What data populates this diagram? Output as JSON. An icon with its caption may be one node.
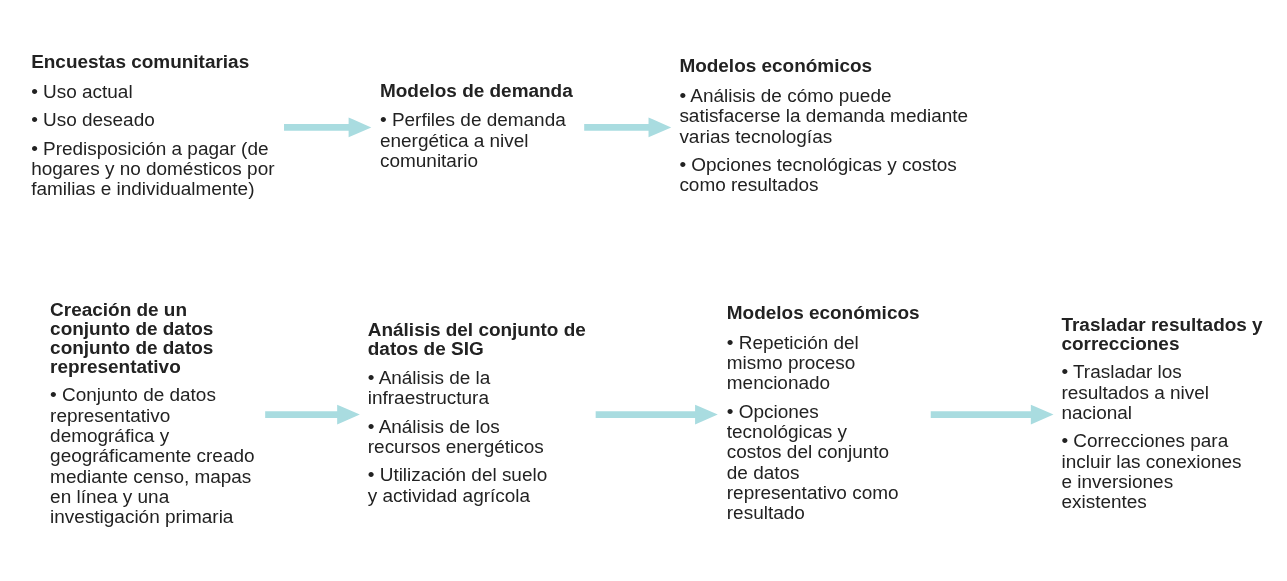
{
  "diagram": {
    "nodes": [
      {
        "text": [
          "Encuestas comunitarias",
          "• Uso actual",
          "• Uso deseado",
          "• Predisposición a pagar (de hogares y no domésticos por familias e individualmente)"
        ]
      },
      {
        "text": [
          "Modelos de demanda",
          "• Perfiles de demanda energética a nivel comunitario"
        ]
      },
      {
        "text": [
          "Modelos económicos",
          "• Análisis de cómo puede satisfacerse la demanda mediante varias tecnologías",
          "• Opciones tecnológicas y costos como resultados"
        ]
      },
      {
        "text": [
          "Creación de un conjunto de datos conjunto de datos representativo",
          "• Conjunto de datos representativo demográfica y geográficamente creado mediante censo, mapas en línea y una investigación primaria"
        ]
      },
      {
        "text": [
          "Análisis del conjunto de datos de SIG",
          "• Análisis de la infraestructura",
          "• Análisis de los recursos energéticos",
          "• Utilización del suelo y actividad agrícola"
        ]
      },
      {
        "text": [
          "Modelos económicos",
          "• Repetición del mismo proceso mencionado",
          "• Opciones tecnológicas y costos del conjunto de datos representativo como resultado"
        ]
      },
      {
        "text": [
          "Trasladar resultados y correcciones",
          "• Trasladar los resultados a nivel nacional",
          "• Correcciones para incluir las conexiones e inversiones existentes"
        ]
      }
    ],
    "edges": [
      {
        "from": 0,
        "to": 1,
        "arrow": "to"
      },
      {
        "from": 1,
        "to": 2,
        "arrow": "to"
      },
      {
        "from": 3,
        "to": 4,
        "arrow": "to"
      },
      {
        "from": 4,
        "to": 5,
        "arrow": "to"
      },
      {
        "from": 5,
        "to": 6,
        "arrow": "to"
      }
    ]
  }
}
